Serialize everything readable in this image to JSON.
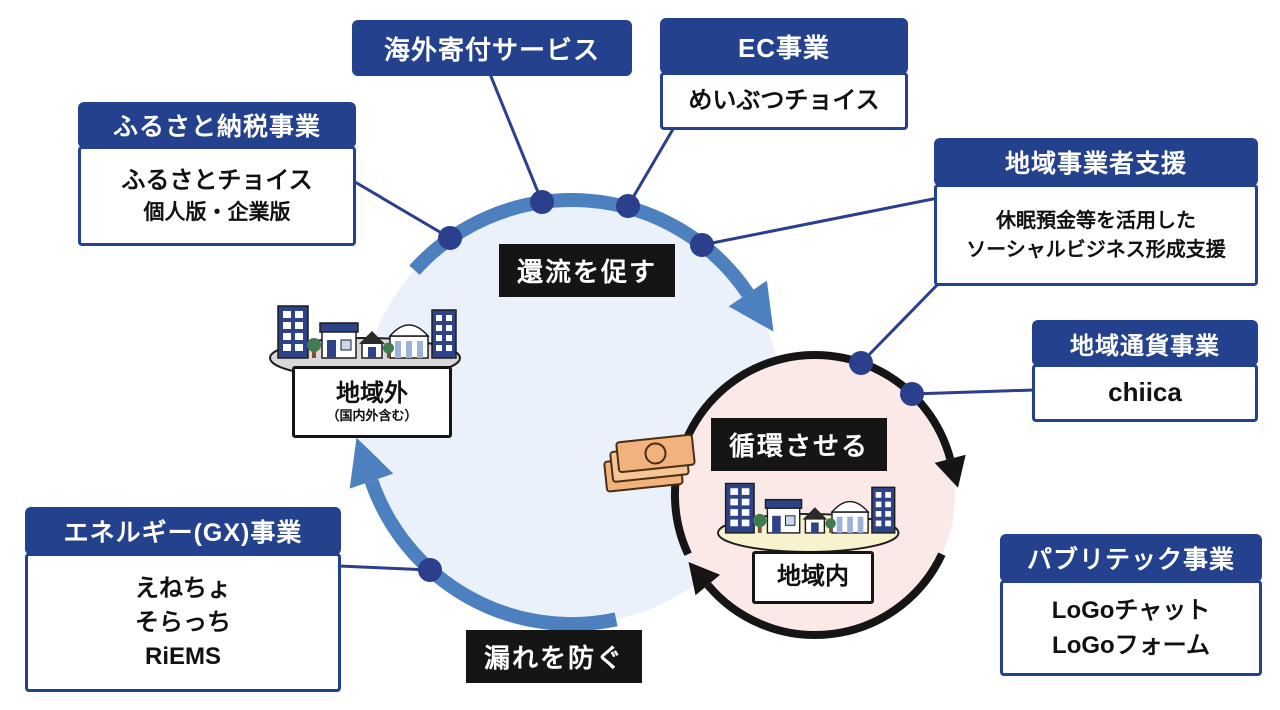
{
  "pills": {
    "promote": "還流を促す",
    "circulate": "循環させる",
    "prevent": "漏れを防ぐ"
  },
  "regions": {
    "outside": {
      "title": "地域外",
      "subtitle": "（国内外含む）"
    },
    "inside": {
      "title": "地域内"
    }
  },
  "boxes": {
    "furusato": {
      "title": "ふるさと納税事業",
      "line1": "ふるさとチョイス",
      "line2": "個人版・企業版"
    },
    "kaigai": {
      "title": "海外寄付サービス"
    },
    "ec": {
      "title": "EC事業",
      "line1": "めいぶつチョイス"
    },
    "shien": {
      "title": "地域事業者支援",
      "line1": "休眠預金等を活用した",
      "line2": "ソーシャルビジネス形成支援"
    },
    "tsuka": {
      "title": "地域通貨事業",
      "line1": "chiica"
    },
    "publitech": {
      "title": "パブリテック事業",
      "line1": "LoGoチャット",
      "line2": "LoGoフォーム"
    },
    "energy": {
      "title": "エネルギー(GX)事業",
      "line1": "えねちょ",
      "line2": "そらっち",
      "line3": "RiEMS"
    }
  },
  "icons": {
    "town_outside": "town-illustration",
    "town_inside": "town-illustration",
    "money": "banknotes-illustration"
  },
  "colors": {
    "navy": "#24418e",
    "arc_blue": "#4d80be",
    "circle_light_blue": "#eaf1fa",
    "circle_pink": "#fbe9e8",
    "pill_black": "#151515",
    "dot_navy": "#2b3f8c"
  }
}
